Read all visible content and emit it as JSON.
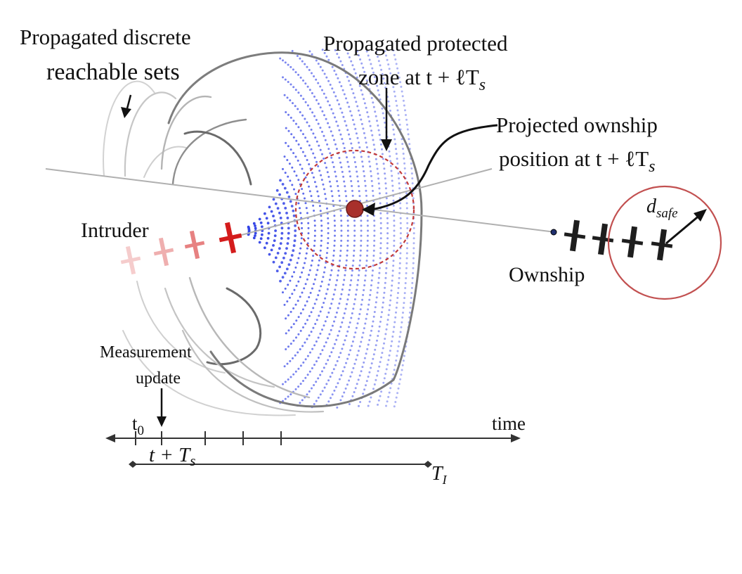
{
  "labels": {
    "reachable_line1": "Propagated discrete",
    "reachable_line2": "reachable sets",
    "protected_line1": "Propagated protected",
    "protected_line2": "zone at t + ℓT",
    "protected_sub": "s",
    "projected_line1": "Projected ownship",
    "projected_line2": "position at t + ℓT",
    "projected_sub": "s",
    "intruder": "Intruder",
    "ownship": "Ownship",
    "dsafe_main": "d",
    "dsafe_sub": "safe",
    "measurement_line1": "Measurement",
    "measurement_line2": "update",
    "t0_main": "t",
    "t0_sub": "0",
    "time": "time",
    "t_plus_ts_main": "t + T",
    "t_plus_ts_sub": "s",
    "horizon_main": "T",
    "horizon_sub": "I"
  },
  "colors": {
    "reachable_set_light": "#c8c8c8",
    "reachable_set_dark": "#6e6e6e",
    "dots": "#3344e6",
    "protected_zone": "#c23a3a",
    "ownship_position": "#a8302b",
    "intruder": "#d41c1c",
    "ownship_aircraft": "#1e1e1e",
    "timeline": "#333333"
  }
}
